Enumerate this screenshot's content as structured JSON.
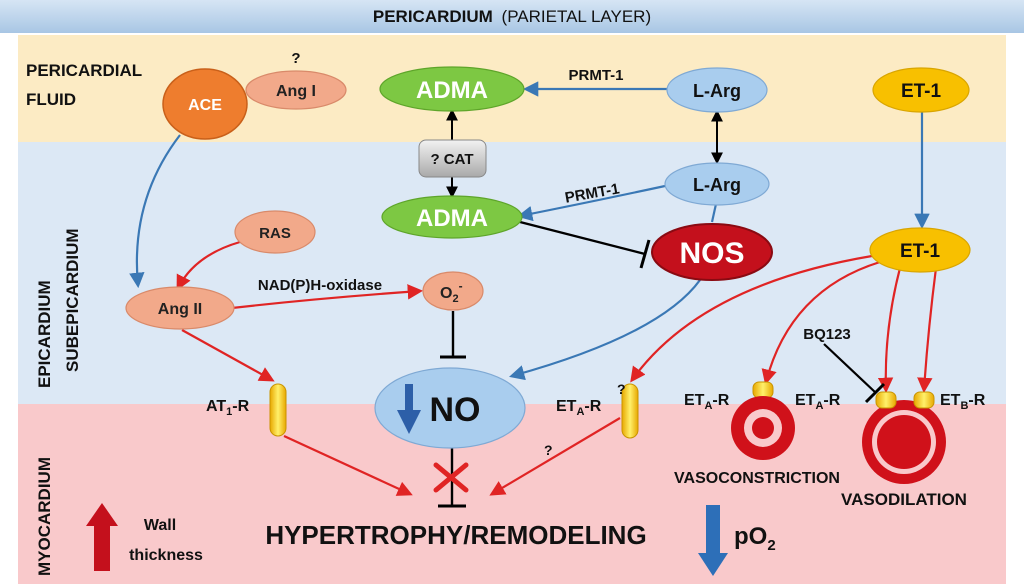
{
  "header": {
    "title": "PERICARDIUM",
    "subtitle": "(PARIETAL LAYER)"
  },
  "zones": {
    "fluid_line1": "PERICARDIAL",
    "fluid_line2": "FLUID",
    "epi_line1": "EPICARDIUM",
    "epi_line2": "SUBEPICARDIUM",
    "myo": "MYOCARDIUM"
  },
  "nodes": {
    "ace": "ACE",
    "ang1": "Ang I",
    "ang1_q": "?",
    "adma_top": "ADMA",
    "larg_top": "L-Arg",
    "et1_top": "ET-1",
    "cat": "? CAT",
    "larg_mid": "L-Arg",
    "adma_mid": "ADMA",
    "ras": "RAS",
    "nos": "NOS",
    "et1_mid": "ET-1",
    "ang2": "Ang II",
    "o2": "O",
    "o2_sub": "2",
    "o2_sup": "-",
    "no": "NO"
  },
  "edge_labels": {
    "prmt_top": "PRMT-1",
    "prmt_mid": "PRMT-1",
    "nadph": "NAD(P)H-oxidase",
    "bq123": "BQ123",
    "q_myo": "?",
    "q_eta": "?"
  },
  "receptors": {
    "at1_main": "AT",
    "at1_sub": "1",
    "at1_tail": "-R",
    "eta_main": "ET",
    "eta_sub": "A",
    "eta_tail": "-R",
    "etb_sub": "B"
  },
  "outcomes": {
    "vasoconstriction": "VASOCONSTRICTION",
    "vasodilation": "VASODILATION",
    "hypertrophy": "HYPERTROPHY/REMODELING",
    "wall_line1": "Wall",
    "wall_line2": "thickness",
    "po2_main": "pO",
    "po2_sub": "2"
  },
  "colors": {
    "fluid_band": "#fcebc4",
    "epi_band": "#dce8f5",
    "myo_band": "#f9c9cb",
    "inhibit_arrow": "#e02424",
    "flow_arrow": "#3a78b5",
    "adma_green": "#7dc843",
    "nos_red": "#c4101c",
    "et1_yellow": "#f8c000",
    "ace_orange": "#ee7d2e",
    "ang_peach": "#f2a98a",
    "larg_blue": "#a9cdee"
  }
}
